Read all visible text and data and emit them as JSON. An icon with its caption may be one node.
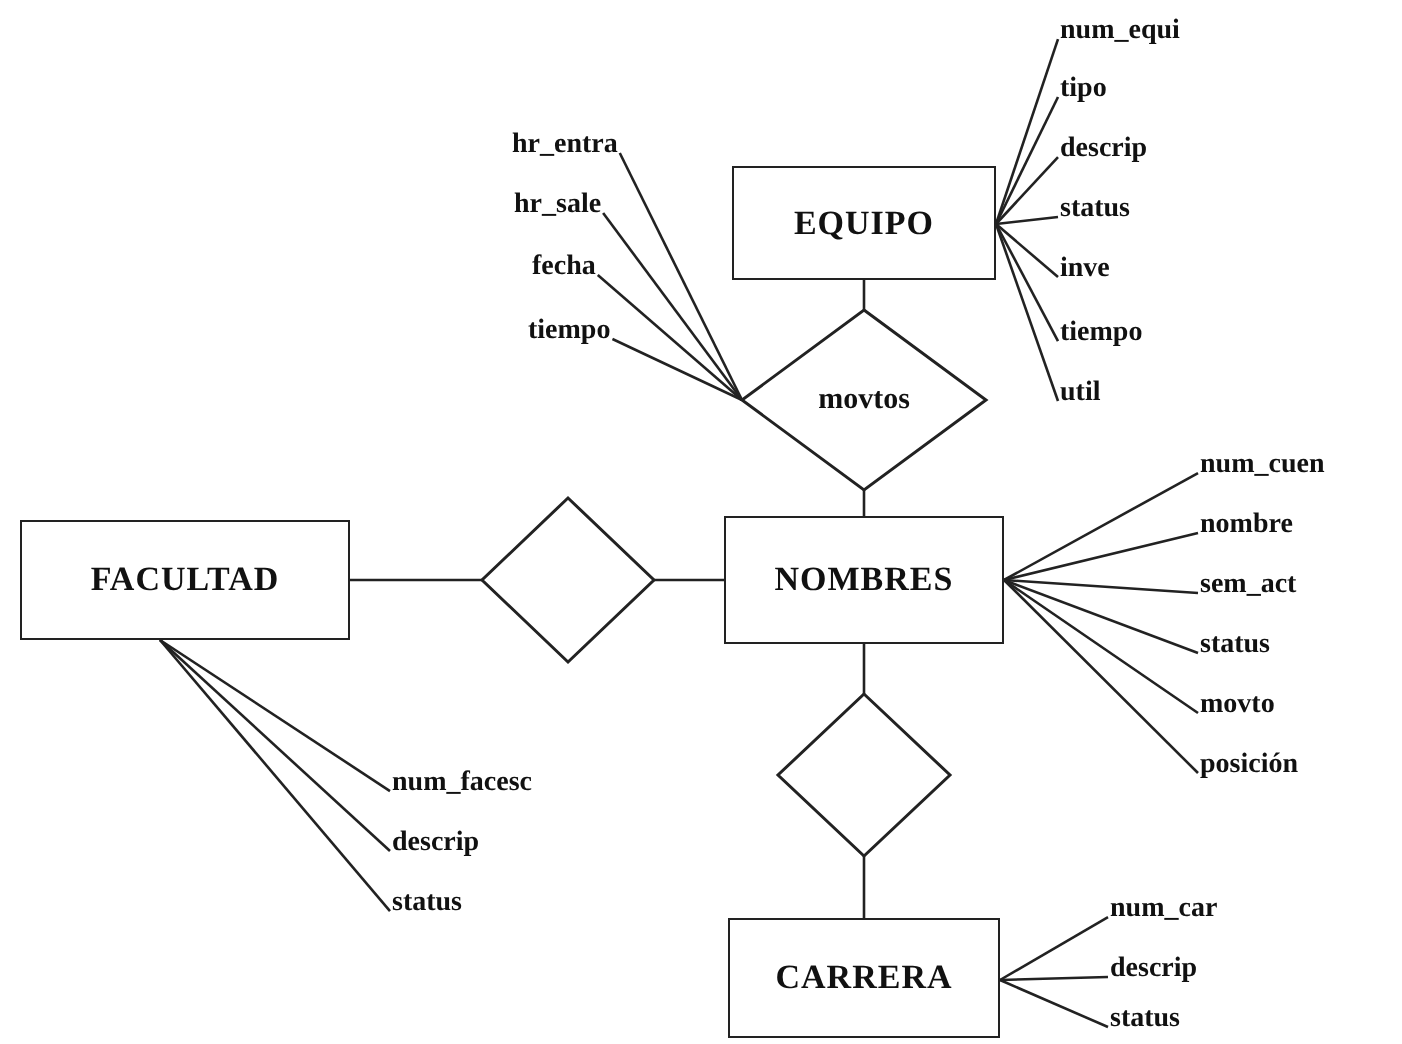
{
  "diagram": {
    "nodes": [
      {
        "text": [
          "EQUIPO"
        ]
      },
      {
        "text": [
          "num_equi"
        ]
      },
      {
        "text": [
          "tipo"
        ]
      },
      {
        "text": [
          "descrip"
        ]
      },
      {
        "text": [
          "status"
        ]
      },
      {
        "text": [
          "inve"
        ]
      },
      {
        "text": [
          "tiempo"
        ]
      },
      {
        "text": [
          "util"
        ]
      },
      {
        "text": [
          "movtos"
        ]
      },
      {
        "text": [
          "hr_entra"
        ]
      },
      {
        "text": [
          "hr_sale"
        ]
      },
      {
        "text": [
          "fecha"
        ]
      },
      {
        "text": [
          "tiempo"
        ]
      },
      {
        "text": [
          "FACULTAD"
        ]
      },
      {
        "text": [],
        "shape": "diamond"
      },
      {
        "text": [
          "NOMBRES"
        ]
      },
      {
        "text": [
          "num_cuen"
        ]
      },
      {
        "text": [
          "nombre"
        ]
      },
      {
        "text": [
          "sem_act"
        ]
      },
      {
        "text": [
          "status"
        ]
      },
      {
        "text": [
          "movto"
        ]
      },
      {
        "text": [
          "posición"
        ]
      },
      {
        "text": [
          "num_facesc"
        ]
      },
      {
        "text": [
          "descrip"
        ]
      },
      {
        "text": [
          "status"
        ]
      },
      {
        "text": [],
        "shape": "diamond"
      },
      {
        "text": [
          "CARRERA"
        ]
      },
      {
        "text": [
          "num_car"
        ]
      },
      {
        "text": [
          "descrip"
        ]
      },
      {
        "text": [
          "status"
        ]
      }
    ],
    "edges": [
      {
        "from": 0,
        "to": 1,
        "arrow": "none"
      },
      {
        "from": 0,
        "to": 2,
        "arrow": "none"
      },
      {
        "from": 0,
        "to": 3,
        "arrow": "none"
      },
      {
        "from": 0,
        "to": 4,
        "arrow": "none"
      },
      {
        "from": 0,
        "to": 5,
        "arrow": "none"
      },
      {
        "from": 0,
        "to": 6,
        "arrow": "none"
      },
      {
        "from": 0,
        "to": 7,
        "arrow": "none"
      },
      {
        "from": 0,
        "to": 8,
        "arrow": "none"
      },
      {
        "from": 8,
        "to": 9,
        "arrow": "none"
      },
      {
        "from": 8,
        "to": 10,
        "arrow": "none"
      },
      {
        "from": 8,
        "to": 11,
        "arrow": "none"
      },
      {
        "from": 8,
        "to": 12,
        "arrow": "none"
      },
      {
        "from": 8,
        "to": 15,
        "arrow": "none"
      },
      {
        "from": 13,
        "to": 14,
        "arrow": "none"
      },
      {
        "from": 14,
        "to": 15,
        "arrow": "none"
      },
      {
        "from": 15,
        "to": 16,
        "arrow": "none"
      },
      {
        "from": 15,
        "to": 17,
        "arrow": "none"
      },
      {
        "from": 15,
        "to": 18,
        "arrow": "none"
      },
      {
        "from": 15,
        "to": 19,
        "arrow": "none"
      },
      {
        "from": 15,
        "to": 20,
        "arrow": "none"
      },
      {
        "from": 15,
        "to": 21,
        "arrow": "none"
      },
      {
        "from": 13,
        "to": 22,
        "arrow": "none"
      },
      {
        "from": 13,
        "to": 23,
        "arrow": "none"
      },
      {
        "from": 13,
        "to": 24,
        "arrow": "none"
      },
      {
        "from": 15,
        "to": 25,
        "arrow": "none"
      },
      {
        "from": 25,
        "to": 26,
        "arrow": "none"
      },
      {
        "from": 26,
        "to": 27,
        "arrow": "none"
      },
      {
        "from": 26,
        "to": 28,
        "arrow": "none"
      },
      {
        "from": 26,
        "to": 29,
        "arrow": "none"
      }
    ]
  }
}
